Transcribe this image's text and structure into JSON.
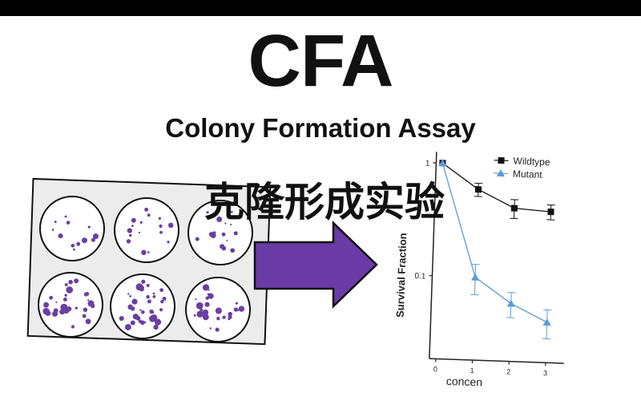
{
  "title": "CFA",
  "subtitle": "Colony Formation Assay",
  "chinese_title": "克隆形成实验",
  "colors": {
    "colony": "#6b3fa0",
    "arrow": "#6a3aa6",
    "wildtype": "#111111",
    "mutant": "#5b9bd5"
  },
  "chart_data": {
    "type": "line",
    "ylabel": "Survival Fraction",
    "xlabel": "concen",
    "yscale": "log",
    "ylim": [
      0.02,
      1.1
    ],
    "xlim": [
      0,
      3.5
    ],
    "y_ticks": [
      "1",
      "0.1"
    ],
    "x_ticks": [
      "0",
      "1",
      "2",
      "3"
    ],
    "legend_position": "top-right",
    "series": [
      {
        "name": "Wildtype",
        "marker": "square",
        "x": [
          0,
          1,
          2,
          3
        ],
        "y": [
          1.0,
          0.6,
          0.42,
          0.4
        ],
        "err": [
          0.0,
          0.08,
          0.08,
          0.06
        ]
      },
      {
        "name": "Mutant",
        "marker": "triangle",
        "x": [
          0,
          1,
          2,
          3
        ],
        "y": [
          1.0,
          0.1,
          0.06,
          0.042
        ],
        "err": [
          0.0,
          0.03,
          0.015,
          0.012
        ]
      }
    ]
  }
}
